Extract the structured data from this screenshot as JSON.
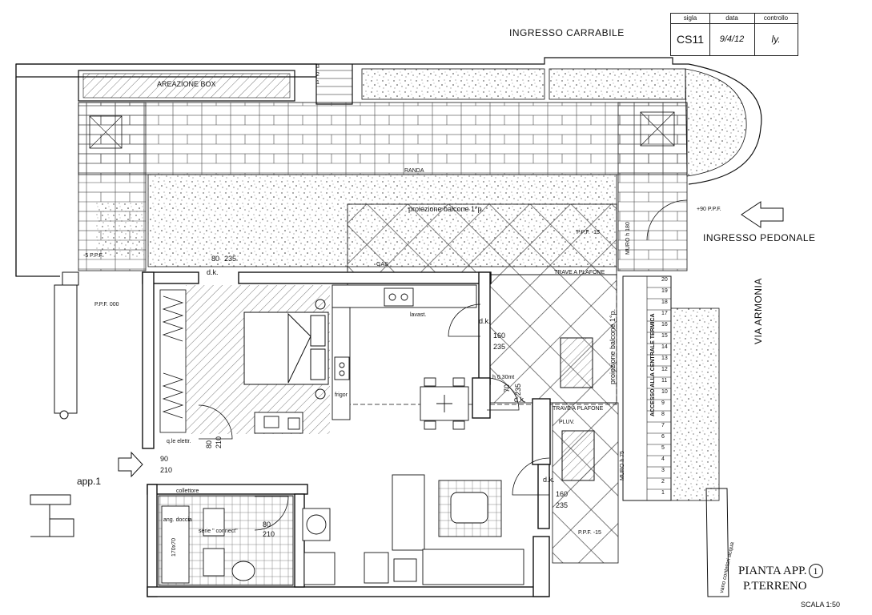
{
  "title_block": {
    "headers": [
      "sigla",
      "data",
      "controllo"
    ],
    "sigla": "CS11",
    "data": "9/4/12",
    "controllo": "ly."
  },
  "sheet": {
    "title_line1": "PIANTA APP.",
    "title_number": "1",
    "title_line2": "P.TERRENO",
    "scale": "SCALA 1:50"
  },
  "site_labels": {
    "ingresso_carrabile": "INGRESSO CARRABILE",
    "ingresso_pedonale": "INGRESSO PEDONALE",
    "via_armonia": "VIA ARMONIA",
    "areazione_box": "AREAZIONE BOX",
    "randa": "RANDA",
    "app_label": "app.1",
    "vano_contatori": "vano contatori acqua"
  },
  "annotations": {
    "proiezione_balcone_top": "proiezione balcone 1°p.",
    "proiezione_balcone_side": "proiezione balcone 1°p.",
    "trave_plafone": "TRAVE A PLAFONE",
    "ppf_top": "P.P.F. -15",
    "ppf_bottom": "P.P.F. -15",
    "ppf_000": "P.P.F. 000",
    "quota_left": "-5 P.P.F.",
    "quota_right": "+90 P.P.F.",
    "muro_180": "MURO h 180",
    "muro_75": "MURO h 75",
    "accesso_centrale": "ACCESSO ALLA CENTRALE TERMICA",
    "gas": "GAS",
    "lavast": "lavast.",
    "frigor": "frigor",
    "pluv": "PLUV.",
    "h030": "h 0.30mt",
    "collettore": "collettore",
    "quadro_elettrico": "q.le elettr.",
    "serie_connect": "serie \" connect\"",
    "ang_doccia": "ang. doccia",
    "doccia_size": "170x70",
    "dk": "d.k."
  },
  "dimensions": {
    "d80_235": [
      "80",
      "235"
    ],
    "d80_210_bed": [
      "80",
      "210"
    ],
    "d90_210": [
      "90",
      "210"
    ],
    "d160_235_a": [
      "160",
      "235"
    ],
    "d70_235": [
      "70",
      "235"
    ],
    "d160_235_b": [
      "160",
      "235"
    ],
    "d80_210_bath": [
      "80",
      "210"
    ]
  },
  "stair_steps": [
    "20",
    "19",
    "18",
    "17",
    "16",
    "15",
    "14",
    "13",
    "12",
    "11",
    "10",
    "9",
    "8",
    "7",
    "6",
    "5",
    "4",
    "3",
    "2",
    "1"
  ],
  "small_stair_steps": [
    "3",
    "2",
    "1"
  ],
  "colors": {
    "ink": "#111111",
    "hatch": "#444444",
    "paper": "#ffffff"
  }
}
